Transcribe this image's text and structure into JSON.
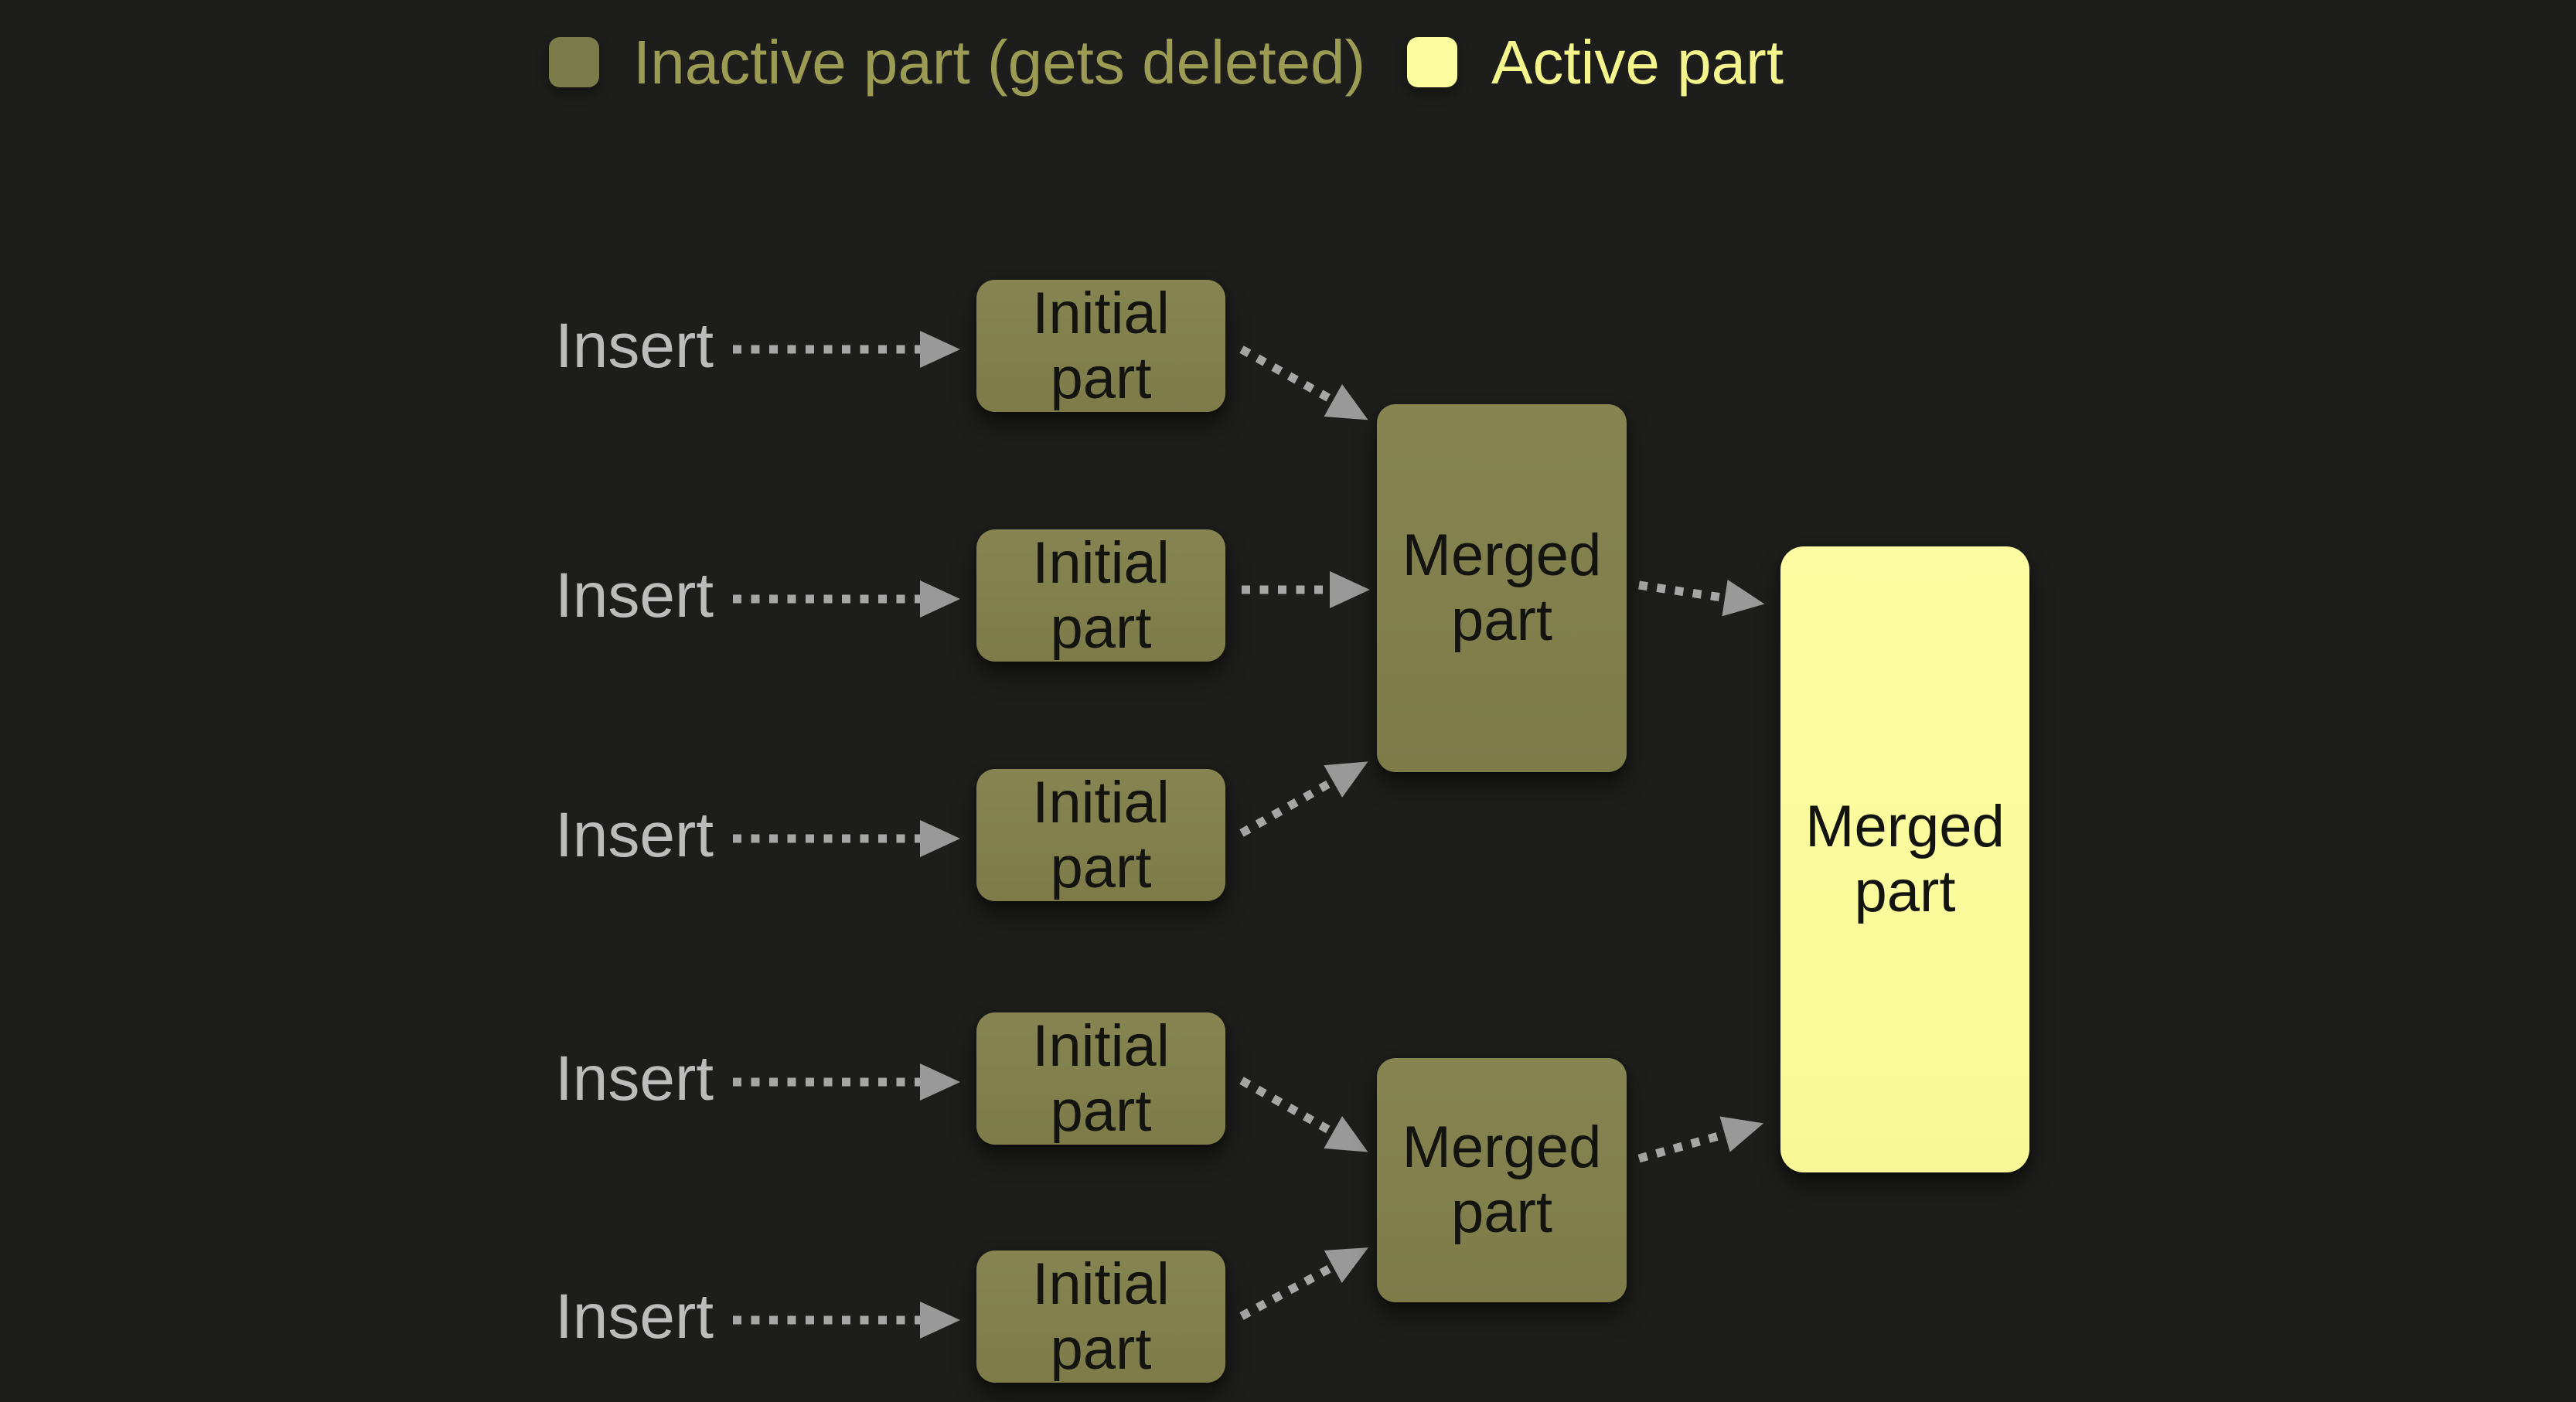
{
  "legend": {
    "items": [
      {
        "id": "inactive",
        "label": "Inactive part (gets deleted)",
        "swatch_color": "#7b7b4a",
        "text_color": "#9b9b54"
      },
      {
        "id": "active",
        "label": "Active part",
        "swatch_color": "#fbfc9e",
        "text_color": "#f3f58c"
      }
    ]
  },
  "flow": {
    "inserts": [
      {
        "label": "Insert"
      },
      {
        "label": "Insert"
      },
      {
        "label": "Insert"
      },
      {
        "label": "Insert"
      },
      {
        "label": "Insert"
      }
    ],
    "initial_parts": [
      {
        "label": "Initial part"
      },
      {
        "label": "Initial part"
      },
      {
        "label": "Initial part"
      },
      {
        "label": "Initial part"
      },
      {
        "label": "Initial part"
      }
    ],
    "merged_parts": [
      {
        "label": "Merged part"
      },
      {
        "label": "Merged part"
      }
    ],
    "final_merged_part": {
      "label": "Merged part"
    }
  },
  "colors": {
    "background": "#1d1d1b",
    "inactive_fill": "#82814d",
    "active_fill": "#fbfc9e",
    "box_text": "#131310",
    "insert_text": "#bcbcbc",
    "arrow": "#a6a6a6",
    "arrowhead": "#999999"
  }
}
